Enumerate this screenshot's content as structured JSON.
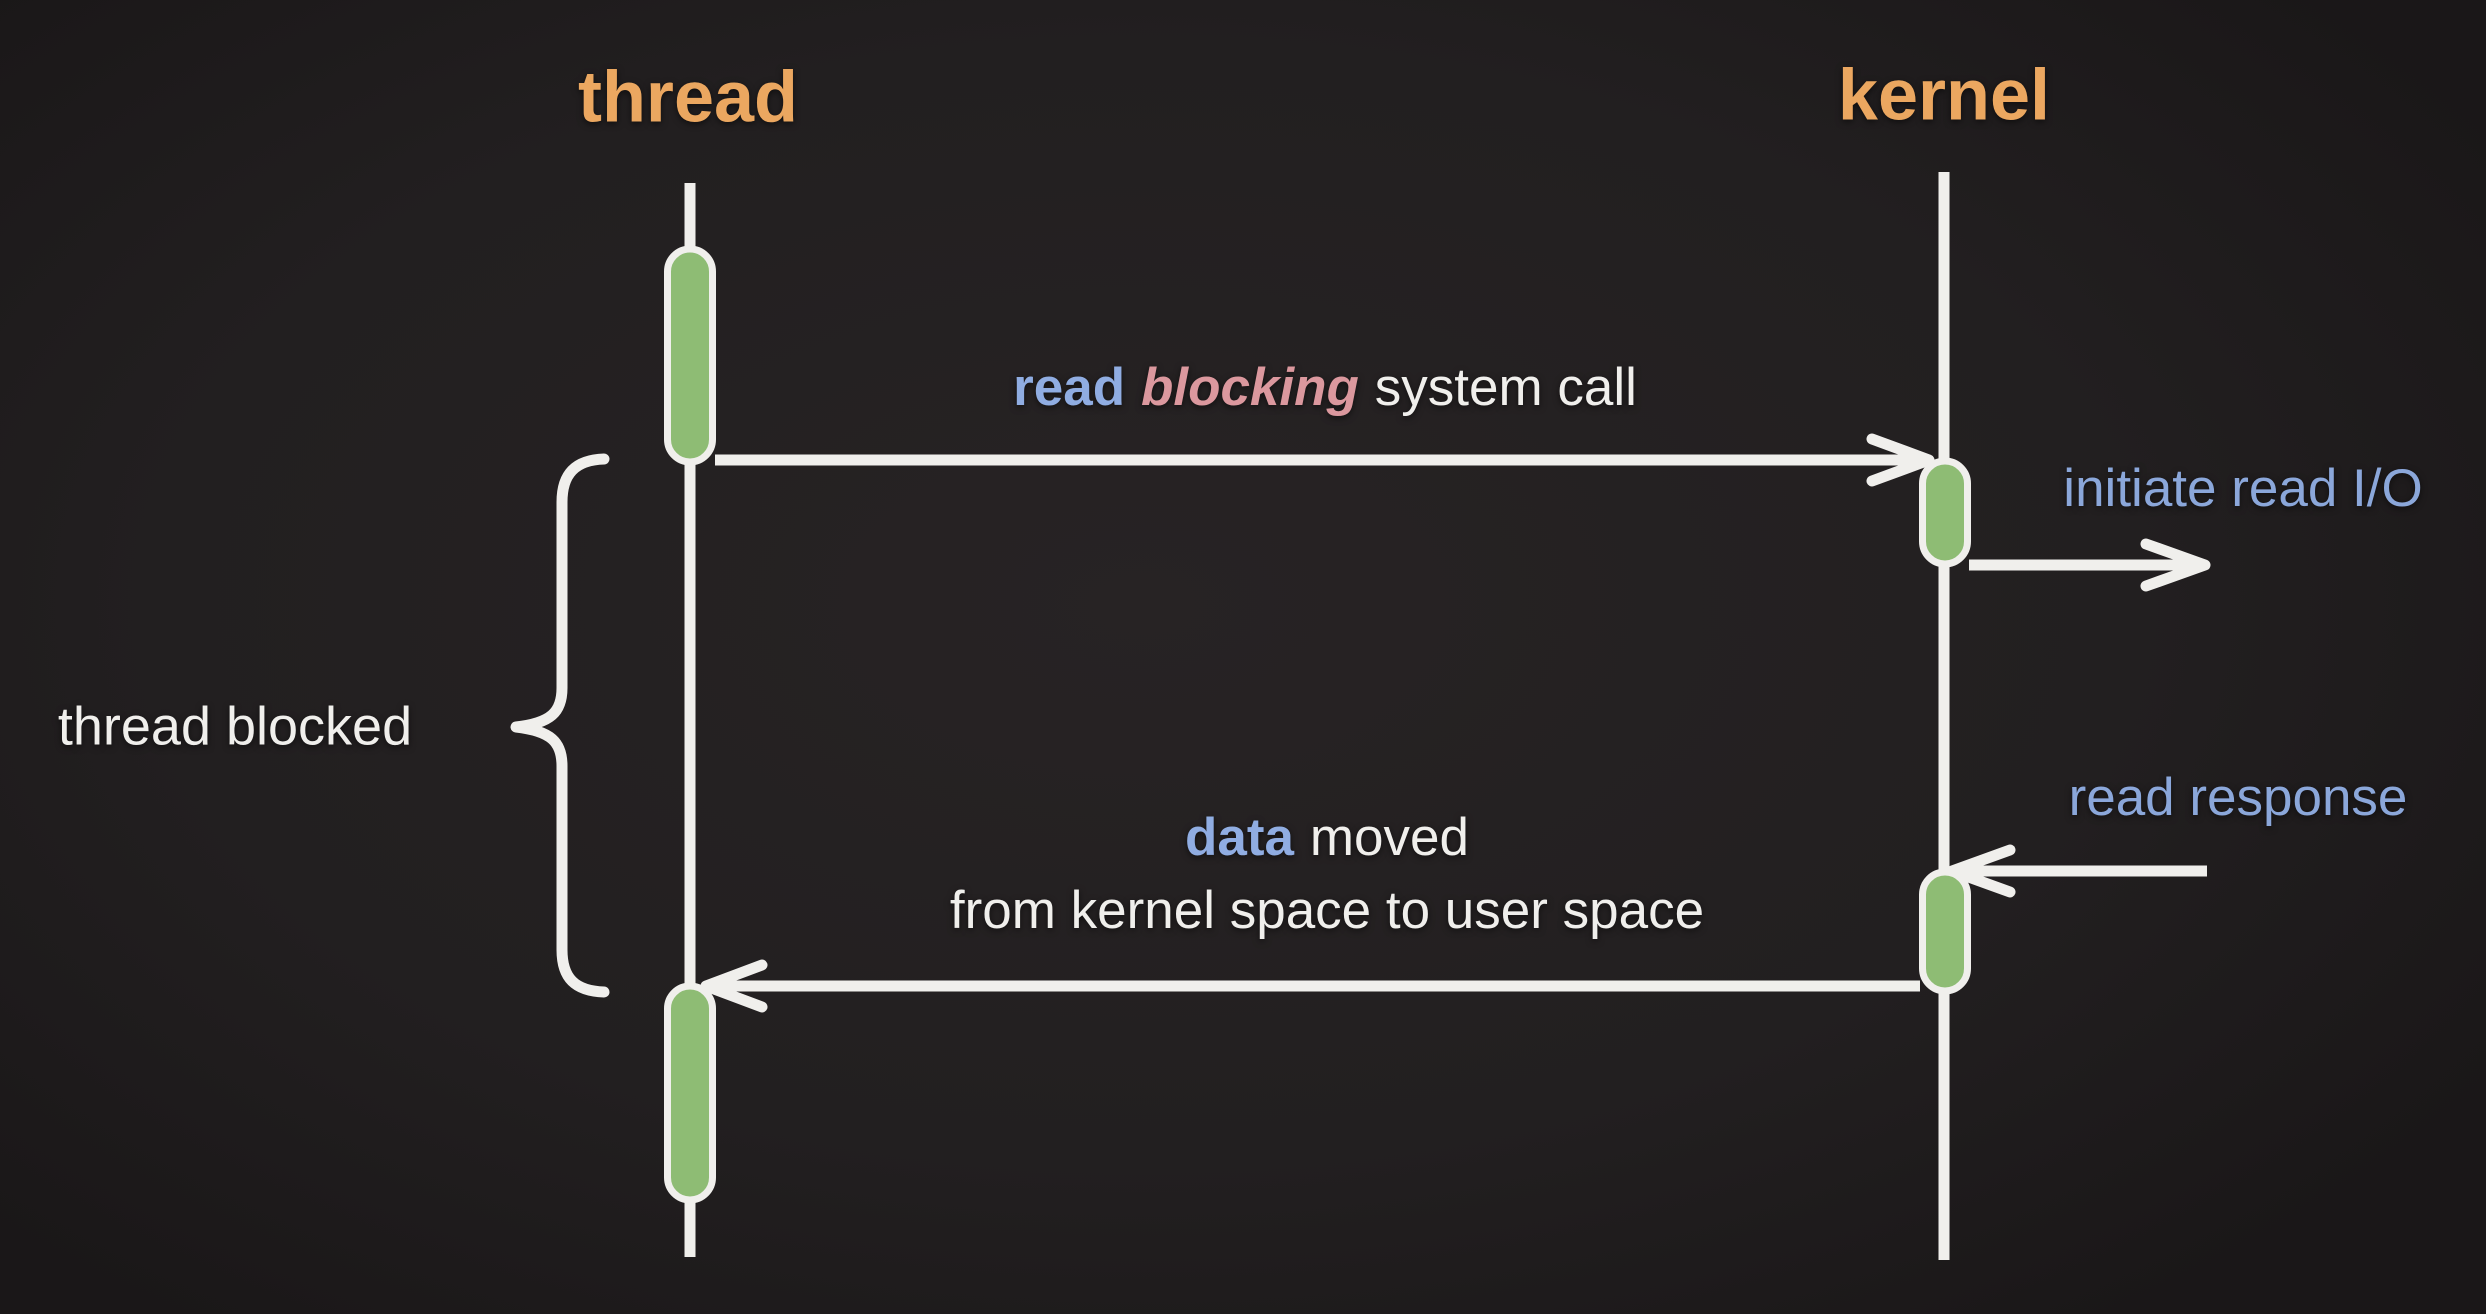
{
  "colors": {
    "background_center": "#272324",
    "background_mid": "#221f20",
    "background_edge": "#1a1718",
    "actor_label": "#eba760",
    "keyword_blue": "#90ade2",
    "keyword_pink": "#db989e",
    "side_label": "#8ba7da",
    "activation_fill": "#8ebc74",
    "stroke_white": "#f0efec"
  },
  "actors": {
    "left": {
      "label": "thread"
    },
    "right": {
      "label": "kernel"
    }
  },
  "messages": {
    "syscall": {
      "word_read": "read",
      "word_blocking": "blocking",
      "words_rest": "system call"
    },
    "initiate_io": {
      "label": "initiate read I/O"
    },
    "read_response": {
      "label": "read response"
    },
    "data_moved": {
      "word_data": "data",
      "words_rest": "moved",
      "line2": "from kernel space to user space"
    }
  },
  "annotations": {
    "thread_blocked": {
      "label": "thread blocked"
    }
  }
}
